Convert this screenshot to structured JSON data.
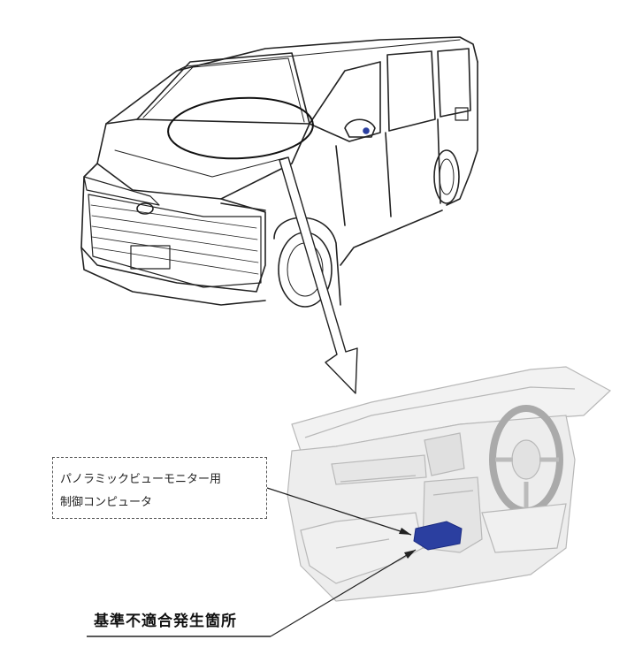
{
  "callout": {
    "component_line1": "パノラミックビューモニター用",
    "component_line2": "制御コンピュータ"
  },
  "defect_location_label": "基準不適合発生箇所",
  "colors": {
    "line": "#222222",
    "highlight_part": "#2b3fa0",
    "dashboard_fill": "#ededed",
    "dashboard_stroke": "#b8b8b8"
  },
  "icons": {
    "vehicle": "minivan-line-drawing",
    "interior": "dashboard-rendering",
    "arrow": "down-arrow"
  }
}
